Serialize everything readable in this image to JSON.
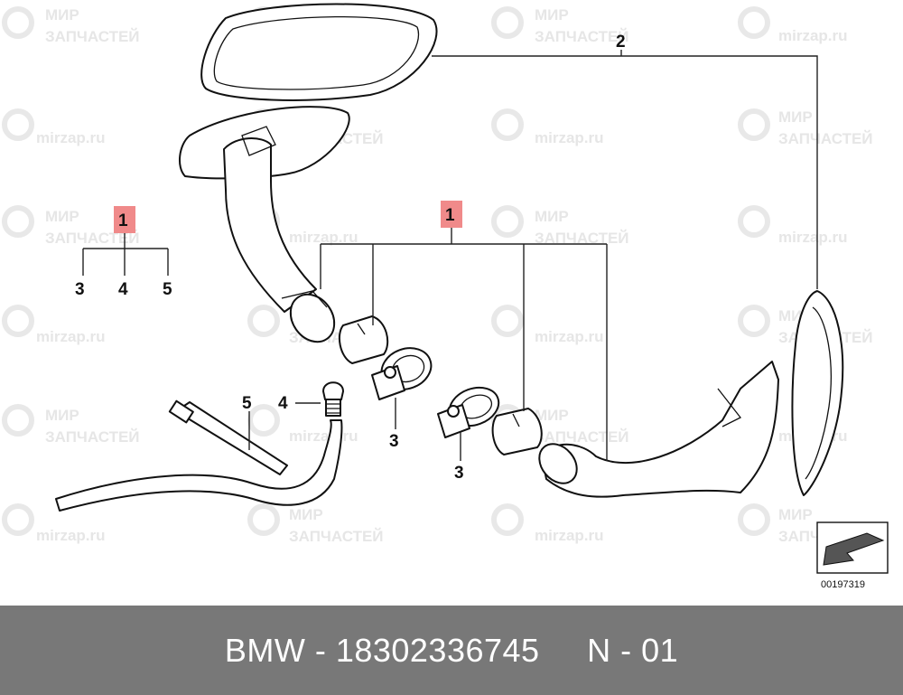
{
  "watermark": {
    "brand_line1": "МИР",
    "brand_line2": "ЗАПЧАСТЕЙ",
    "domain": "mirzap.ru",
    "color": "#e6e6e6"
  },
  "callouts": {
    "group_left": {
      "label": "1",
      "children": [
        "3",
        "4",
        "5"
      ]
    },
    "group_center": {
      "label": "1"
    },
    "part_2": "2",
    "part_3_a": "3",
    "part_3_b": "3",
    "part_4": "4",
    "part_5": "5"
  },
  "reference_number": "00197319",
  "footer": {
    "brand": "BMW",
    "separator": " - ",
    "part_number": "18302336745",
    "revision": "N - 01"
  },
  "colors": {
    "highlight": "#f08a8a",
    "footer_bg": "#787878",
    "footer_text": "#ffffff"
  }
}
